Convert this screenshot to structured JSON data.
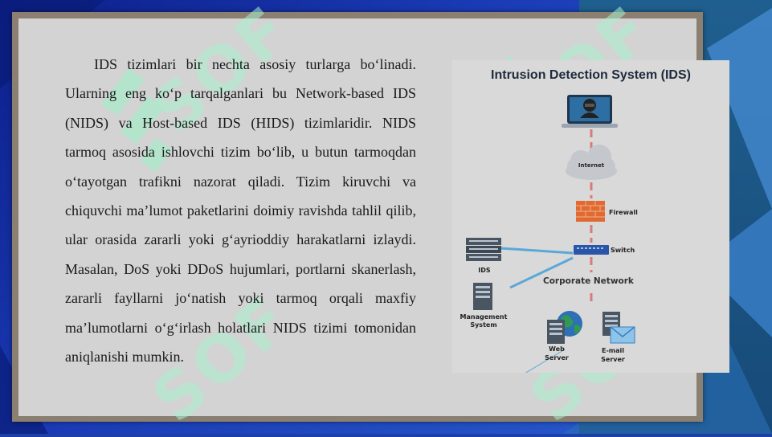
{
  "slide": {
    "paragraph": "IDS tizimlari bir nechta asosiy turlarga bo‘linadi. Ularning eng ko‘p tarqalganlari bu Network-based IDS (NIDS) va Host-based IDS (HIDS) tizimlaridir. NIDS tarmoq asosida ishlovchi tizim bo‘lib, u butun tarmoqdan o‘tayotgan trafikni nazorat qiladi. Tizim kiruvchi va chiquvchi ma’lumot paketlarini doimiy ravishda tahlil qilib, ular orasida zararli yoki g‘ayrioddiy harakatlarni izlaydi. Masalan, DoS yoki DDoS hujumlari, portlarni skanerlash, zararli fayllarni jo‘natish yoki tarmoq orqali maxfiy ma’lumotlarni o‘g‘irlash holatlari NIDS tizimi tomonidan aniqlanishi mumkin."
  },
  "figure": {
    "title": "Intrusion Detection System (IDS)",
    "labels": {
      "internet": "Internet",
      "firewall": "Firewall",
      "switch": "Switch",
      "ids": "IDS",
      "corporate_network": "Corporate Network",
      "management": "Management",
      "system": "System",
      "web": "Web",
      "web_server": "Server",
      "email": "E-mail",
      "email_server": "Server"
    },
    "icons": [
      "hacker-laptop-icon",
      "cloud-icon",
      "firewall-icon",
      "switch-icon",
      "server-rack-icon",
      "server-icon",
      "globe-icon",
      "envelope-icon"
    ]
  },
  "colors": {
    "paper": "#d3d3d3",
    "frame": "#1a3bb5",
    "accent_teal": "#5aa8d8",
    "link_red": "#d77a7a"
  },
  "watermark": {
    "text": "SOF"
  }
}
